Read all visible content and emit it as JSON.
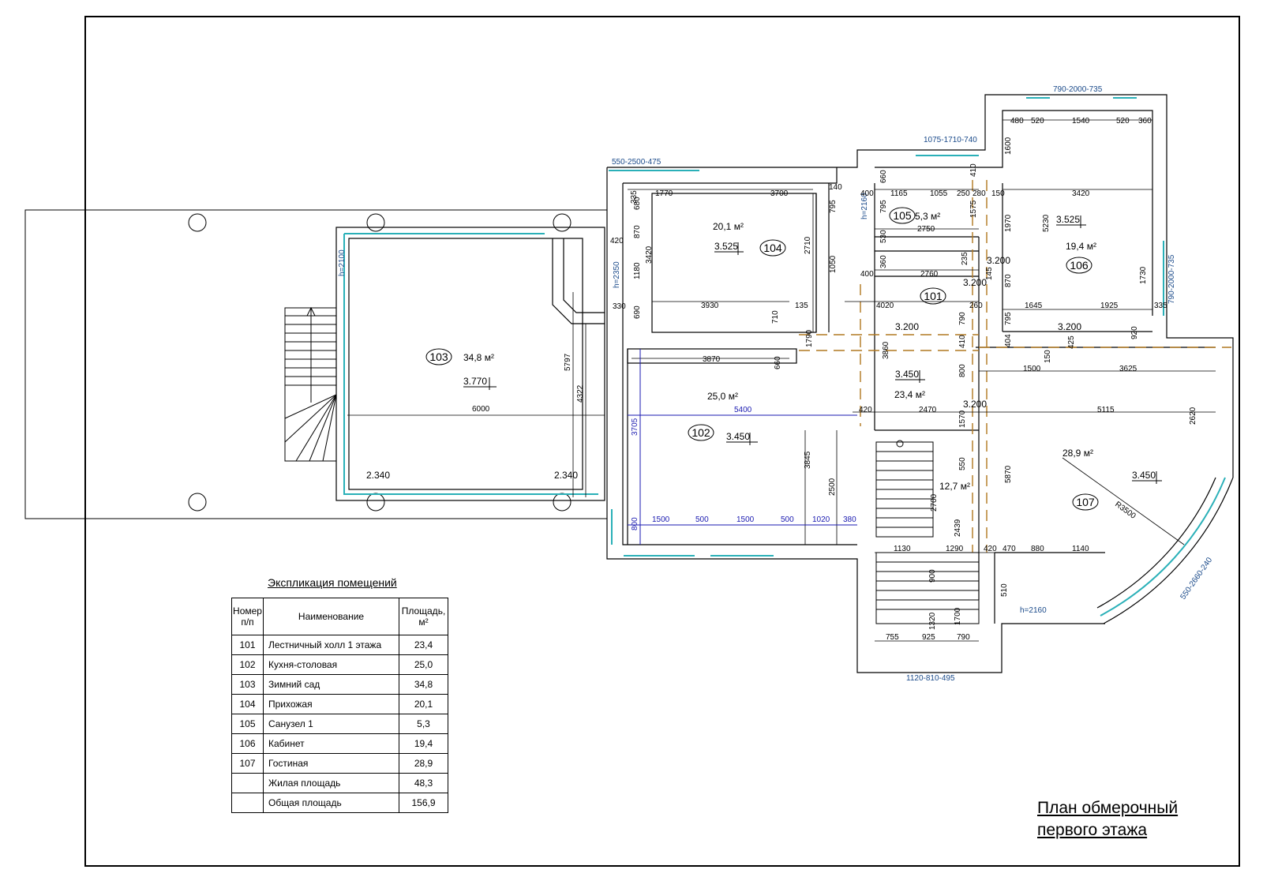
{
  "rooms": [
    {
      "no": "101",
      "area": "23,4 м²",
      "level": "3.450"
    },
    {
      "no": "102",
      "area": "25,0 м²",
      "level": "3.450"
    },
    {
      "no": "103",
      "area": "34,8 м²",
      "level": "3.770"
    },
    {
      "no": "104",
      "area": "20,1 м²",
      "level": "3.525"
    },
    {
      "no": "105",
      "area": "5,3 м²"
    },
    {
      "no": "106",
      "area": "19,4 м²",
      "level": "3.525"
    },
    {
      "no": "107",
      "area": "28,9 м²",
      "level": "3.450"
    }
  ],
  "stair_area": "12,7 м²",
  "levels": [
    "3.200",
    "3.200",
    "3.200",
    "3.200",
    "3.200",
    "2.340",
    "2.340"
  ],
  "openings": [
    "550-2500-475",
    "1075-1710-740",
    "790-2000-735",
    "790-2000-735",
    "550-2660-240",
    "1120-810-495"
  ],
  "heights": [
    "h=2100",
    "h=2350",
    "h=2160",
    "h=2160"
  ],
  "radius": "R3500",
  "dimensions": {
    "room103": [
      "6000",
      "5797",
      "4322"
    ],
    "room104": [
      "1770",
      "3700",
      "140",
      "3930",
      "135",
      "710",
      "680",
      "870",
      "1180",
      "3420",
      "690",
      "420",
      "330",
      "335",
      "2710",
      "795",
      "1050"
    ],
    "room102": [
      "3870",
      "660",
      "5400",
      "3705",
      "3845",
      "2500",
      "1500",
      "500",
      "1500",
      "500",
      "1020",
      "380",
      "800"
    ],
    "room105": [
      "400",
      "1165",
      "1055",
      "250",
      "280",
      "150",
      "660",
      "410",
      "795",
      "1575",
      "530",
      "2750"
    ],
    "room101": [
      "400",
      "2760",
      "235",
      "145",
      "360",
      "4020",
      "790",
      "260",
      "1790",
      "3860",
      "410",
      "800",
      "420",
      "2470",
      "1570",
      "550",
      "2700",
      "2439"
    ],
    "room106": [
      "480",
      "520",
      "1540",
      "520",
      "360",
      "1600",
      "1970",
      "3420",
      "5230",
      "870",
      "1730",
      "1645",
      "1925",
      "335",
      "795",
      "404",
      "920",
      "425",
      "150"
    ],
    "room107": [
      "1500",
      "3625",
      "5115",
      "2620",
      "5870",
      "880",
      "1140",
      "470",
      "420",
      "510"
    ],
    "stair": [
      "1130",
      "1290",
      "900",
      "1320",
      "1700",
      "755",
      "925",
      "790"
    ]
  },
  "explication": {
    "title": "Экспликация помещений",
    "headers": [
      "Номер п/п",
      "Наименование",
      "Площадь, м²"
    ],
    "rows": [
      [
        "101",
        "Лестничный холл 1 этажа",
        "23,4"
      ],
      [
        "102",
        "Кухня-столовая",
        "25,0"
      ],
      [
        "103",
        "Зимний сад",
        "34,8"
      ],
      [
        "104",
        "Прихожая",
        "20,1"
      ],
      [
        "105",
        "Санузел 1",
        "5,3"
      ],
      [
        "106",
        "Кабинет",
        "19,4"
      ],
      [
        "107",
        "Гостиная",
        "28,9"
      ],
      [
        "",
        "Жилая площадь",
        "48,3"
      ],
      [
        "",
        "Общая площадь",
        "156,9"
      ]
    ]
  },
  "plan_title": [
    "План обмерочный",
    "первого этажа"
  ],
  "colors": {
    "line": "#000000",
    "glass": "#2ab0b8",
    "dim_blue": "#1a1ab0",
    "dash_brown": "#b07820"
  }
}
